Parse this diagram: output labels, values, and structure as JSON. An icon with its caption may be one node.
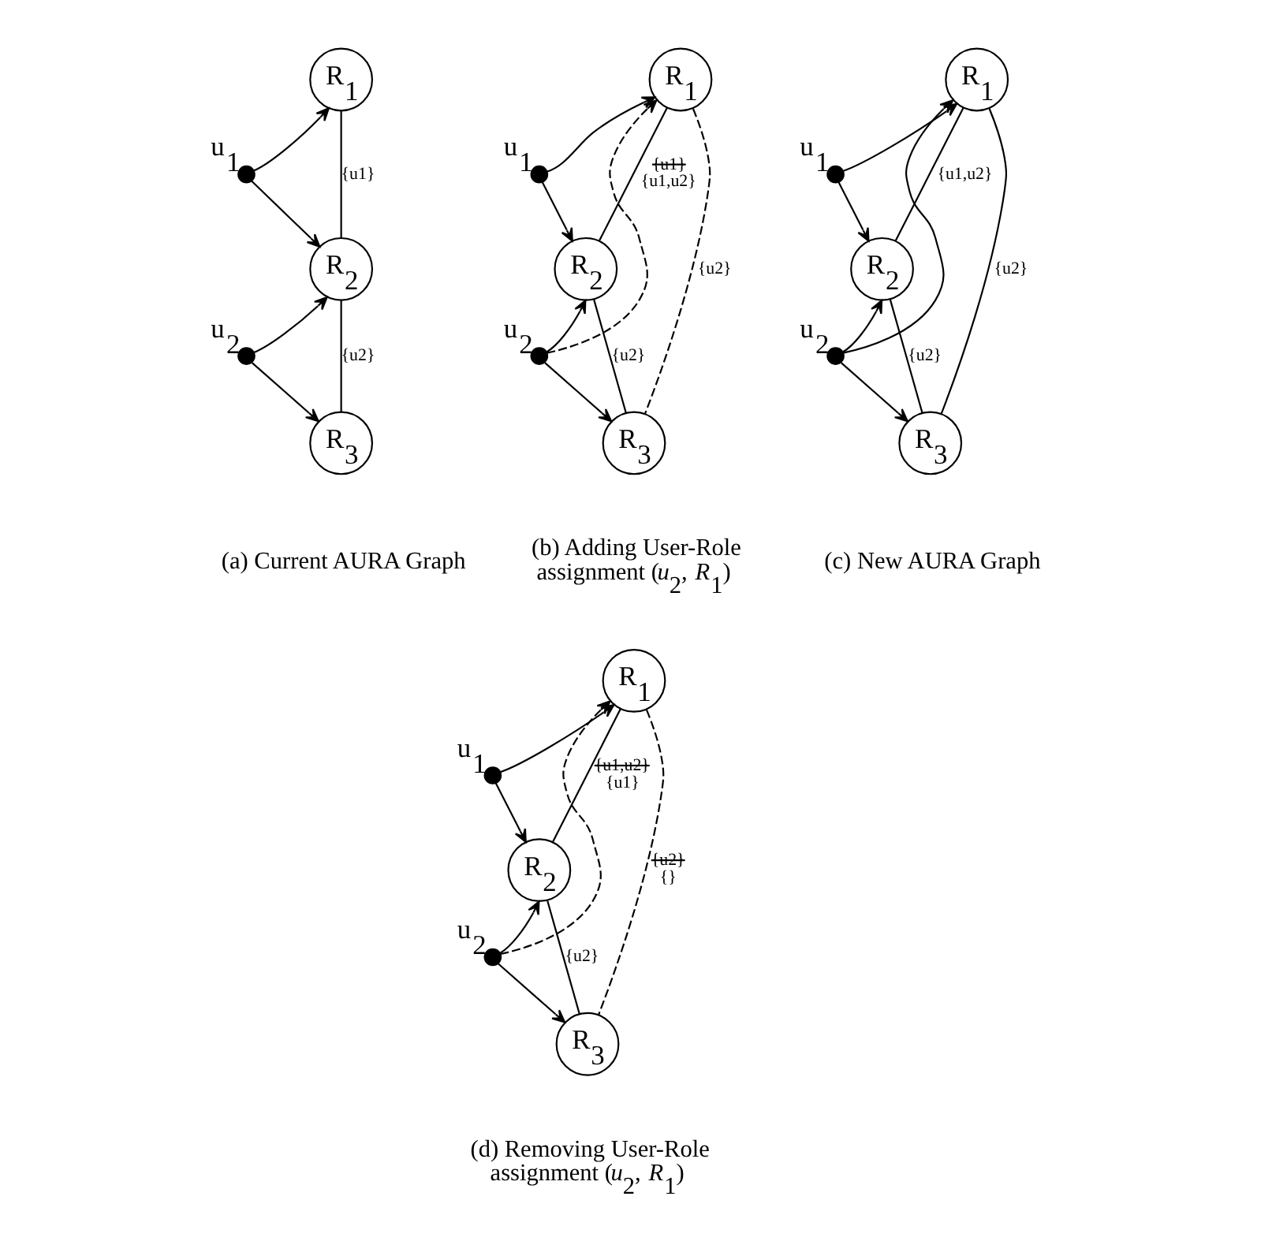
{
  "diagram": {
    "nodes": [
      {
        "text": [],
        "shape": "circle",
        "beside": [
          "u$_{1}$"
        ]
      },
      {
        "text": [],
        "shape": "circle",
        "beside": [
          "u$_{2}$"
        ]
      },
      {
        "text": [
          "R$_{1}$"
        ]
      },
      {
        "text": [
          "R$_{2}$"
        ]
      },
      {
        "text": [
          "R$_{3}$"
        ]
      },
      {
        "text": [],
        "shape": "circle",
        "beside": [
          "u$_{1}$"
        ]
      },
      {
        "text": [],
        "shape": "circle",
        "beside": [
          "u$_{2}$"
        ]
      },
      {
        "text": [
          "R$_{1}$"
        ]
      },
      {
        "text": [
          "R$_{2}$"
        ]
      },
      {
        "text": [
          "R$_{3}$"
        ]
      },
      {
        "text": [],
        "shape": "circle",
        "beside": [
          "u$_{1}$"
        ]
      },
      {
        "text": [],
        "shape": "circle",
        "beside": [
          "u$_{2}$"
        ]
      },
      {
        "text": [
          "R$_{1}$"
        ]
      },
      {
        "text": [
          "R$_{2}$"
        ]
      },
      {
        "text": [
          "R$_{3}$"
        ]
      },
      {
        "text": [],
        "shape": "circle",
        "beside": [
          "u$_{1}$"
        ]
      },
      {
        "text": [],
        "shape": "circle",
        "beside": [
          "u$_{2}$"
        ]
      },
      {
        "text": [
          "R$_{1}$"
        ]
      },
      {
        "text": [
          "R$_{2}$"
        ]
      },
      {
        "text": [
          "R$_{3}$"
        ]
      }
    ],
    "edges": [
      {
        "from": 0,
        "to": 2,
        "arrow": "to"
      },
      {
        "from": 0,
        "to": 3,
        "arrow": "to"
      },
      {
        "from": 1,
        "to": 3,
        "arrow": "to"
      },
      {
        "from": 1,
        "to": 4,
        "arrow": "to"
      },
      {
        "from": 2,
        "to": 3,
        "arrow": "none",
        "label": "{u1}"
      },
      {
        "from": 3,
        "to": 4,
        "arrow": "none",
        "label": "{u2}"
      },
      {
        "from": 5,
        "to": 7,
        "arrow": "to"
      },
      {
        "from": 5,
        "to": 8,
        "arrow": "to"
      },
      {
        "from": 6,
        "to": 7,
        "arrow": "to",
        "style": "dashed"
      },
      {
        "from": 6,
        "to": 8,
        "arrow": "to"
      },
      {
        "from": 6,
        "to": 9,
        "arrow": "to"
      },
      {
        "from": 7,
        "to": 8,
        "arrow": "none",
        "label": "{u1} {u1,u2}"
      },
      {
        "from": 8,
        "to": 9,
        "arrow": "none",
        "label": "{u2}"
      },
      {
        "from": 7,
        "to": 9,
        "arrow": "none",
        "style": "dashed",
        "label": "{u2}"
      },
      {
        "from": 10,
        "to": 12,
        "arrow": "to"
      },
      {
        "from": 10,
        "to": 13,
        "arrow": "to"
      },
      {
        "from": 11,
        "to": 12,
        "arrow": "to"
      },
      {
        "from": 11,
        "to": 13,
        "arrow": "to"
      },
      {
        "from": 11,
        "to": 14,
        "arrow": "to"
      },
      {
        "from": 12,
        "to": 13,
        "arrow": "none",
        "label": "{u1,u2}"
      },
      {
        "from": 13,
        "to": 14,
        "arrow": "none",
        "label": "{u2}"
      },
      {
        "from": 12,
        "to": 14,
        "arrow": "none",
        "label": "{u2}"
      },
      {
        "from": 15,
        "to": 17,
        "arrow": "to"
      },
      {
        "from": 15,
        "to": 18,
        "arrow": "to"
      },
      {
        "from": 16,
        "to": 17,
        "arrow": "to",
        "style": "dashed"
      },
      {
        "from": 16,
        "to": 18,
        "arrow": "to"
      },
      {
        "from": 16,
        "to": 19,
        "arrow": "to"
      },
      {
        "from": 17,
        "to": 18,
        "arrow": "none",
        "label": "{u1,u2} {u1}"
      },
      {
        "from": 18,
        "to": 19,
        "arrow": "none",
        "label": "{u2}"
      },
      {
        "from": 17,
        "to": 19,
        "arrow": "none",
        "style": "dashed",
        "label": "{u2} {}"
      }
    ],
    "labels": [
      "(a) Current AURA Graph",
      "(b) Adding User-Role assignment (*u*$_{2}$, *R*$_{1}$)",
      "(c) New AURA Graph",
      "(d) Removing User-Role assignment (*u*$_{2}$, *R*$_{1}$)"
    ]
  }
}
